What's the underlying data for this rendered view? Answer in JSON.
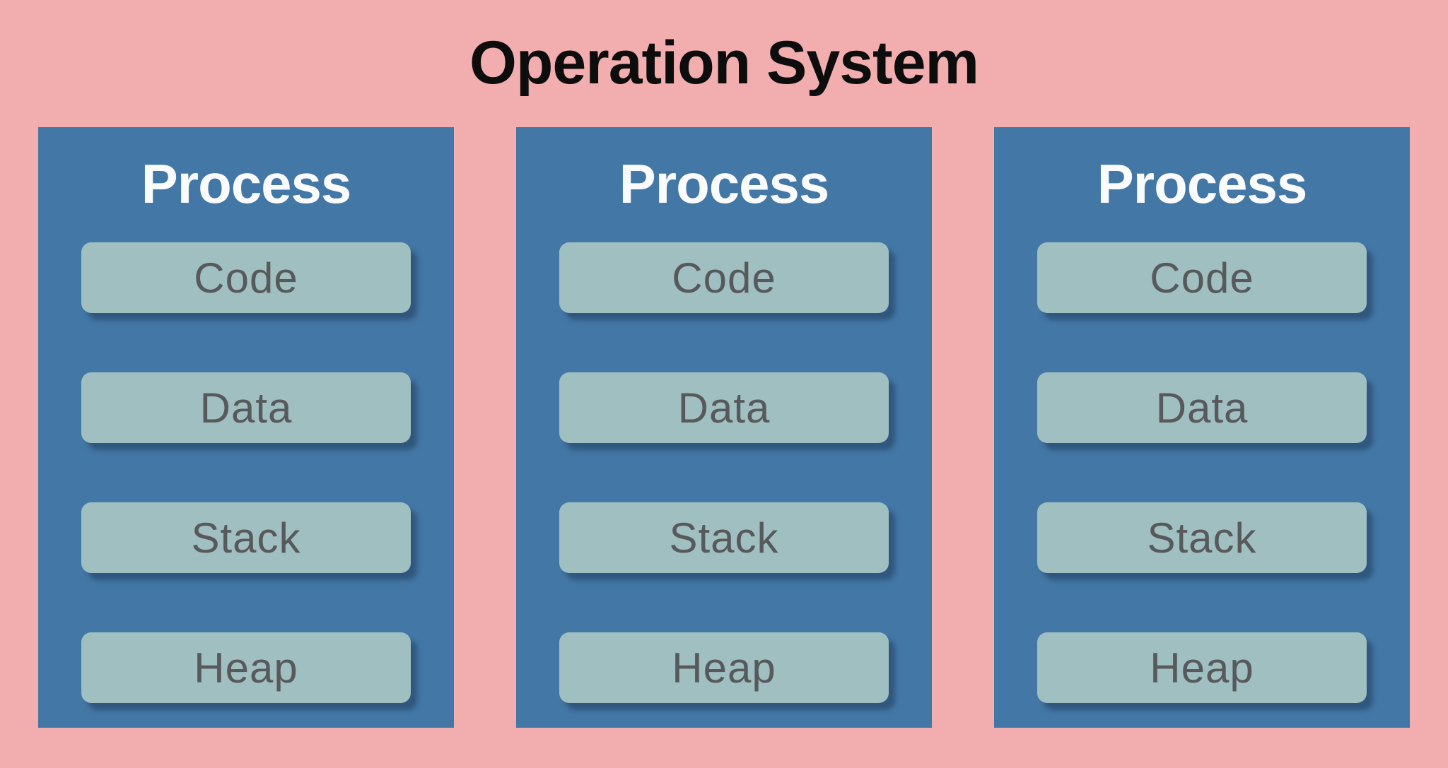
{
  "title": "Operation System",
  "colors": {
    "bg": "#F2ADAF",
    "title_text": "#0D0D0D",
    "process_box": "#4377A6",
    "process_title": "#FAFBFC",
    "segment_box": "#9FBFC1",
    "segment_text": "#58595B",
    "segment_shadow": "#33618C"
  },
  "processes": [
    {
      "title": "Process",
      "segments": [
        "Code",
        "Data",
        "Stack",
        "Heap"
      ]
    },
    {
      "title": "Process",
      "segments": [
        "Code",
        "Data",
        "Stack",
        "Heap"
      ]
    },
    {
      "title": "Process",
      "segments": [
        "Code",
        "Data",
        "Stack",
        "Heap"
      ]
    }
  ]
}
